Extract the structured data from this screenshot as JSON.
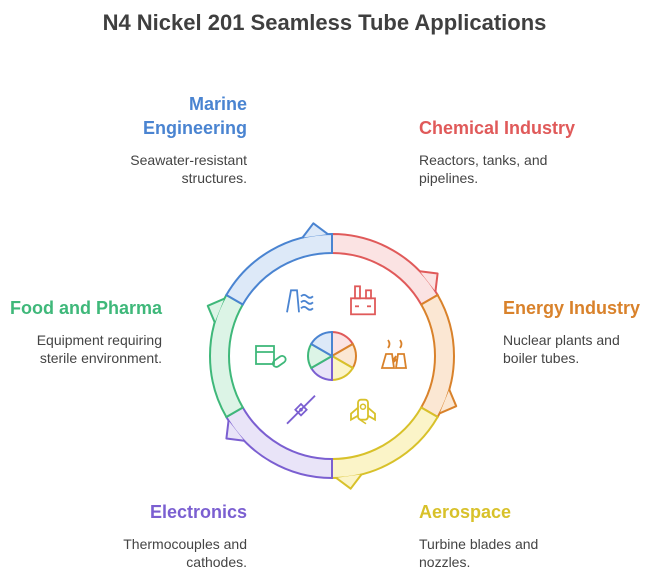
{
  "title": "N4 Nickel 201 Seamless Tube Applications",
  "segments": [
    {
      "title": "Chemical Industry",
      "desc": "Reactors, tanks, and pipelines.",
      "color": "#e05a5a",
      "fill": "#fbe3e3",
      "icon": "factory-icon"
    },
    {
      "title": "Energy Industry",
      "desc": "Nuclear plants and boiler tubes.",
      "color": "#d9822b",
      "fill": "#fbe7d3",
      "icon": "power-plant-icon"
    },
    {
      "title": "Aerospace",
      "desc": "Turbine blades and nozzles.",
      "color": "#d8c12a",
      "fill": "#fbf4c8",
      "icon": "rocket-icon"
    },
    {
      "title": "Electronics",
      "desc": "Thermocouples and cathodes.",
      "color": "#7b5fd1",
      "fill": "#e9e4f8",
      "icon": "probe-icon"
    },
    {
      "title": "Food and Pharma",
      "desc": "Equipment requiring sterile environment.",
      "color": "#3fb87a",
      "fill": "#dcf4e6",
      "icon": "package-pill-icon"
    },
    {
      "title": "Marine Engineering",
      "desc": "Seawater-resistant structures.",
      "color": "#4a84d1",
      "fill": "#dde9f8",
      "icon": "waves-icon"
    }
  ]
}
